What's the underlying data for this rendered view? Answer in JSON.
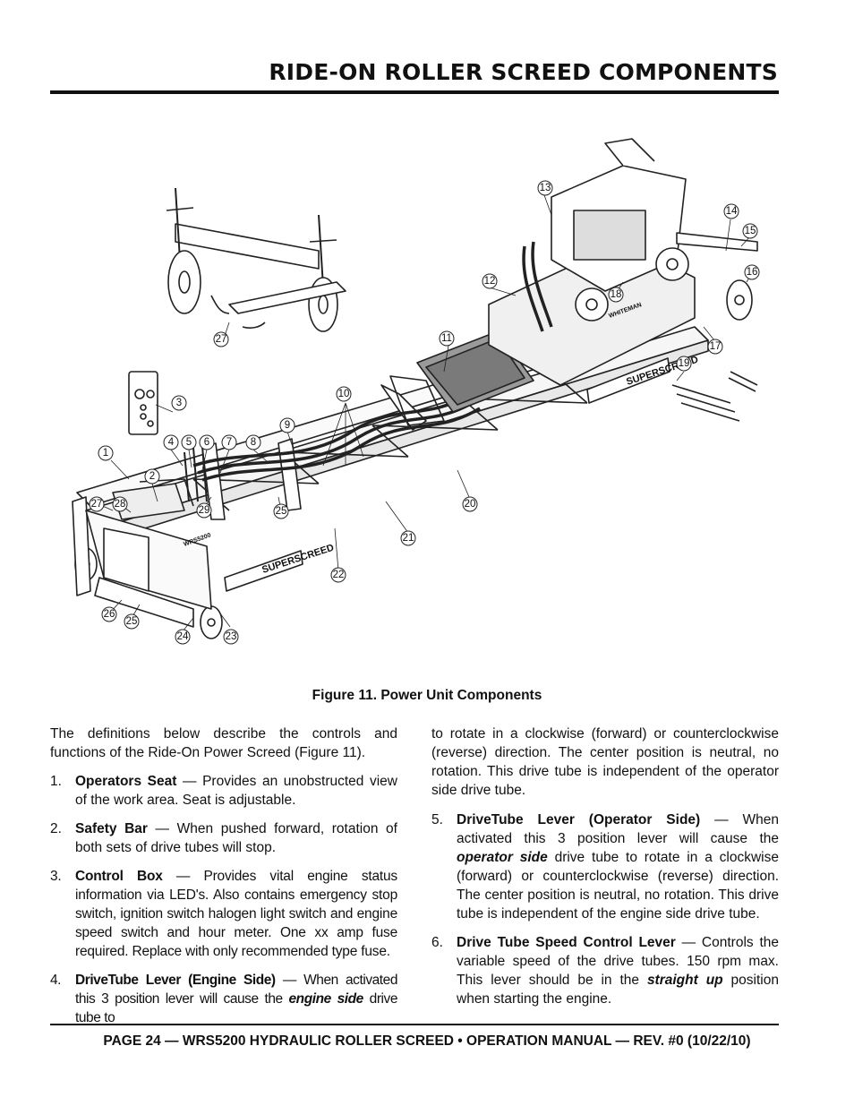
{
  "header": {
    "title": "RIDE-ON ROLLER SCREED COMPONENTS"
  },
  "figure": {
    "caption": "Figure 11. Power Unit Components",
    "callouts": [
      "1",
      "2",
      "3",
      "4",
      "5",
      "6",
      "7",
      "8",
      "9",
      "10",
      "11",
      "12",
      "13",
      "14",
      "15",
      "16",
      "17",
      "18",
      "19",
      "20",
      "21",
      "22",
      "23",
      "24",
      "25",
      "25",
      "26",
      "27",
      "27",
      "28",
      "29"
    ],
    "labels": {
      "brand": "SUPERSCREED",
      "model": "WRS5200",
      "maker": "WHITEMAN"
    }
  },
  "intro": "The definitions below describe the controls and functions of the Ride-On Power Screed (Figure 11).",
  "items": [
    {
      "num": "1.",
      "term": "Operators Seat",
      "text": " — Provides an unobstructed view of the work area. Seat is adjustable."
    },
    {
      "num": "2.",
      "term": "Safety Bar",
      "text": " — When pushed forward, rotation of both sets of drive tubes will stop."
    },
    {
      "num": "3.",
      "term": "Control Box",
      "text": " — Provides vital engine status information via LED's. Also contains emergency stop switch, ignition switch halogen light switch and engine speed switch and hour meter. One xx amp fuse required. Replace with only recommended type fuse."
    },
    {
      "num": "4.",
      "term": "DriveTube Lever (Engine Side)",
      "text_a": " — When activated this 3 position lever will cause the ",
      "emph": "engine side",
      "text_b": " drive tube to"
    },
    {
      "cont": "to rotate in a clockwise (forward) or counterclockwise (reverse) direction. The center position is neutral, no rotation. This drive tube is independent of the operator side drive tube."
    },
    {
      "num": "5.",
      "term": "DriveTube Lever (Operator Side)",
      "text_a": " — When activated this 3 position lever will cause the ",
      "emph": "operator side",
      "text_b": " drive tube to rotate in a clockwise (forward) or counterclockwise (reverse) direction. The center position is neutral, no rotation. This drive tube is independent of the engine side drive tube."
    },
    {
      "num": "6.",
      "term": "Drive Tube Speed Control Lever",
      "text_a": " — Controls the variable speed of the drive tubes. 150 rpm max. This lever should be in the ",
      "emph": "straight up",
      "text_b": " position when starting the engine."
    }
  ],
  "footer": {
    "text": "PAGE 24 — WRS5200 HYDRAULIC ROLLER SCREED • OPERATION MANUAL — REV. #0 (10/22/10)"
  }
}
